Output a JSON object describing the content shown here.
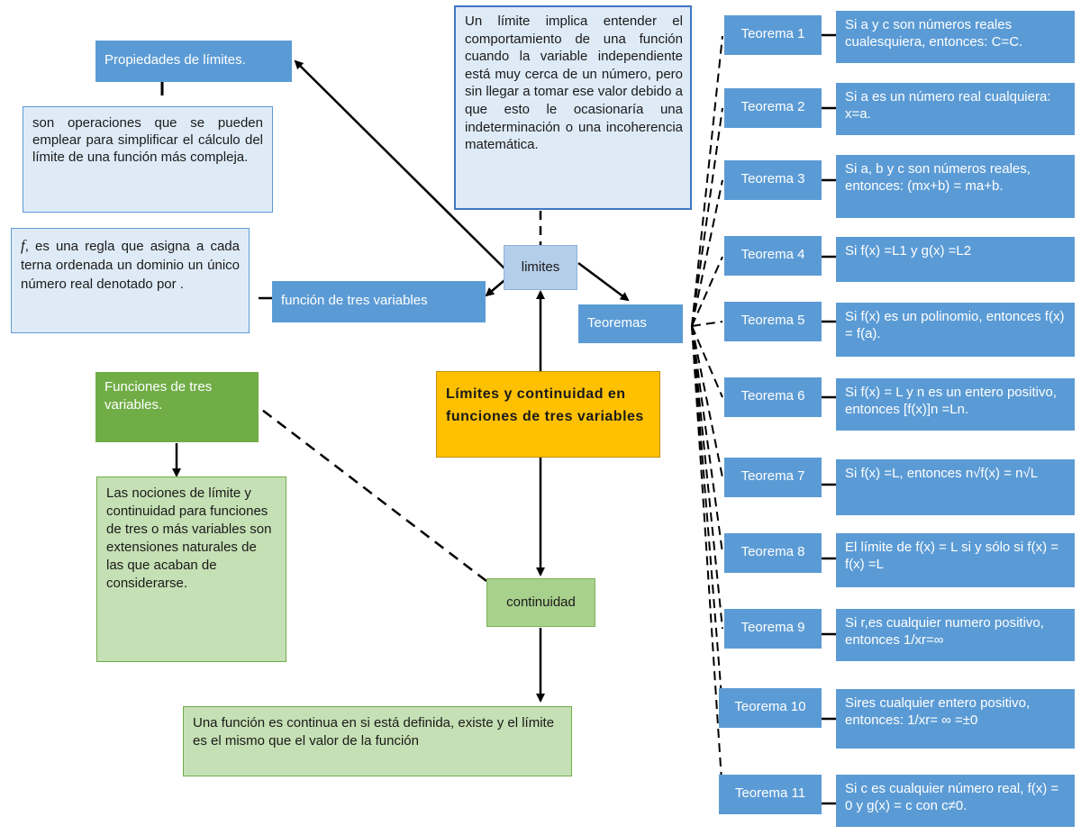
{
  "central": "Límites y continuidad en funciones de tres variables",
  "limites": {
    "label": "limites",
    "definition": "Un límite implica entender el comportamiento de una función cuando la variable independiente está muy cerca de un número, pero sin llegar a tomar ese valor debido a que esto le ocasionaría una indeterminación o una incoherencia matemática."
  },
  "propiedades": {
    "title": "Propiedades de límites.",
    "description": "son operaciones que se pueden emplear para simplificar el cálculo del límite de una función más compleja."
  },
  "funcion_tres": {
    "title": "función de tres variables",
    "f_symbol": "f",
    "description": ", es una regla que asigna a cada terna ordenada un dominio un único número real denotado por ."
  },
  "funciones_tres": {
    "title": "Funciones de tres variables.",
    "description": "Las nociones de límite y continuidad para funciones de tres o más variables son extensiones naturales de las que acaban de considerarse."
  },
  "continuidad": {
    "label": "continuidad",
    "description": "Una función es continua en si está definida, existe y el límite es el mismo que el valor de la función"
  },
  "teoremas": {
    "label": "Teoremas",
    "items": [
      {
        "name": "Teorema 1",
        "text": "Si a y c son números reales cualesquiera, entonces: C=C."
      },
      {
        "name": "Teorema 2",
        "text": "Si a es un número real cualquiera: x=a."
      },
      {
        "name": "Teorema 3",
        "text": "Si a, b y c son números reales, entonces: (mx+b) = ma+b."
      },
      {
        "name": "Teorema 4",
        "text": "Si f(x) =L1 y g(x) =L2"
      },
      {
        "name": "Teorema 5",
        "text": "Si f(x) es un polinomio, entonces f(x) = f(a)."
      },
      {
        "name": "Teorema 6",
        "text": "Si f(x) = L y n es un entero positivo, entonces [f(x)]n =Ln."
      },
      {
        "name": "Teorema 7",
        "text": "Si f(x) =L, entonces n√f(x) = n√L"
      },
      {
        "name": "Teorema 8",
        "text": "El límite de f(x) = L si y sólo si f(x) = f(x) =L"
      },
      {
        "name": "Teorema 9",
        "text": "Si r,es cualquier numero positivo, entonces 1/xr=∞"
      },
      {
        "name": "Teorema 10",
        "text": "Sires cualquier entero positivo, entonces: 1/xr= ∞ =±0"
      },
      {
        "name": "Teorema 11",
        "text": "Si c es cualquier número real, f(x) = 0 y g(x) = c con c≠0."
      }
    ]
  }
}
